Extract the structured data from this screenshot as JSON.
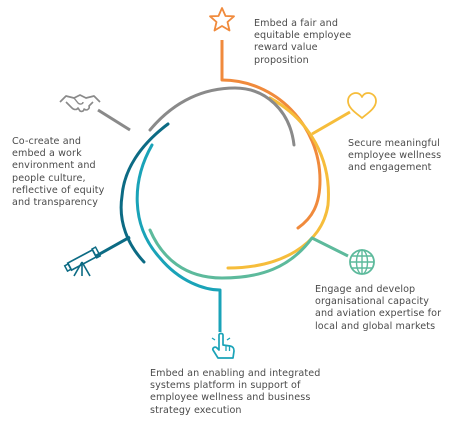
{
  "colors": {
    "star": "#f08a3c",
    "heart": "#f6bd3b",
    "globe": "#5dba9c",
    "hand": "#1aa3b8",
    "telescope": "#0c6b84",
    "handshake": "#8a8a8a",
    "text": "#4b4b4b"
  },
  "items": [
    {
      "id": "reward",
      "icon": "star-icon",
      "color": "#f08a3c",
      "lines": [
        "Embed a fair and",
        "equitable employee",
        "reward value",
        "proposition"
      ]
    },
    {
      "id": "wellness",
      "icon": "heart-icon",
      "color": "#f6bd3b",
      "lines": [
        "Secure meaningful",
        "employee wellness",
        "and engagement"
      ]
    },
    {
      "id": "capacity",
      "icon": "globe-icon",
      "color": "#5dba9c",
      "lines": [
        "Engage and develop",
        "organisational capacity",
        "and aviation expertise for",
        "local and global markets"
      ]
    },
    {
      "id": "systems",
      "icon": "pointing-hand-icon",
      "color": "#1aa3b8",
      "lines": [
        "Embed an enabling and integrated",
        "systems platform in support of",
        "employee wellness and business",
        "strategy execution"
      ]
    },
    {
      "id": "vision",
      "icon": "telescope-icon",
      "color": "#0c6b84",
      "lines": []
    },
    {
      "id": "culture",
      "icon": "handshake-icon",
      "color": "#8a8a8a",
      "lines": [
        "Co-create and",
        "embed a work",
        "environment and",
        "people culture,",
        "reflective of equity",
        "and transparency"
      ]
    }
  ]
}
